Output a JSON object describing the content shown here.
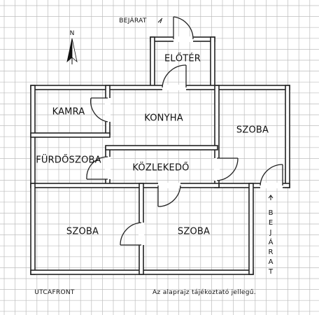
{
  "rooms": {
    "eloter": "ELŐTÉR",
    "kamra": "KAMRA",
    "konyha": "KONYHA",
    "szoba_east": "SZOBA",
    "furdoszoba": "FÜRDŐSZOBA",
    "kozlekedo": "KÖZLEKEDŐ",
    "szoba_southwest": "SZOBA",
    "szoba_south": "SZOBA"
  },
  "labels": {
    "entrance_top": "BEJÁRAT",
    "entrance_side": "BEJÁRAT",
    "street_front": "UTCAFRONT",
    "disclaimer": "Az alaprajz tájékoztató jellegű."
  },
  "compass": {
    "north": "N"
  },
  "colors": {
    "grid": "#bdbdbd",
    "wall_outline": "#222222",
    "wall_fill": "#ffffff",
    "text": "#111111"
  }
}
